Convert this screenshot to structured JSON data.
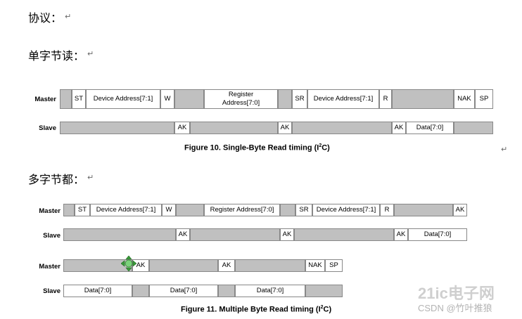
{
  "headings": {
    "protocol": "协议：",
    "single": "单字节读：",
    "multi": "多字节都："
  },
  "pilcrow": "↵",
  "row_labels": {
    "master": "Master",
    "slave": "Slave"
  },
  "figure10": {
    "caption_pre": "Figure 10. Single-Byte Read timing (I",
    "caption_sup": "2",
    "caption_post": "C)",
    "master": [
      "",
      "ST",
      "Device Address[7:1]",
      "W",
      "",
      "Register Address[7:0]",
      "",
      "SR",
      "Device Address[7:1]",
      "R",
      "",
      "NAK",
      "SP"
    ],
    "slave": [
      "",
      "AK",
      "",
      "AK",
      "",
      "AK",
      "Data[7:0]",
      ""
    ]
  },
  "figure11": {
    "caption_pre": "Figure 11. Multiple Byte Read timing (I",
    "caption_sup": "2",
    "caption_post": "C)",
    "master1": [
      "",
      "ST",
      "Device Address[7:1]",
      "W",
      "",
      "Register Address[7:0]",
      "",
      "SR",
      "Device Address[7:1]",
      "R",
      "",
      "AK"
    ],
    "slave1": [
      "",
      "AK",
      "",
      "AK",
      "",
      "AK",
      "Data[7:0]"
    ],
    "master2": [
      "",
      "AK",
      "",
      "AK",
      "",
      "NAK",
      "SP"
    ],
    "slave2": [
      "Data[7:0]",
      "",
      "Data[7:0]",
      "",
      "Data[7:0]",
      ""
    ]
  },
  "watermark": {
    "brand": "21ic电子网",
    "source": "CSDN @竹叶推狼"
  },
  "colors": {
    "filled_slot": "#c0c0c0",
    "empty_slot": "#ffffff",
    "border": "#888888",
    "move_icon": "#3a9a3a"
  }
}
